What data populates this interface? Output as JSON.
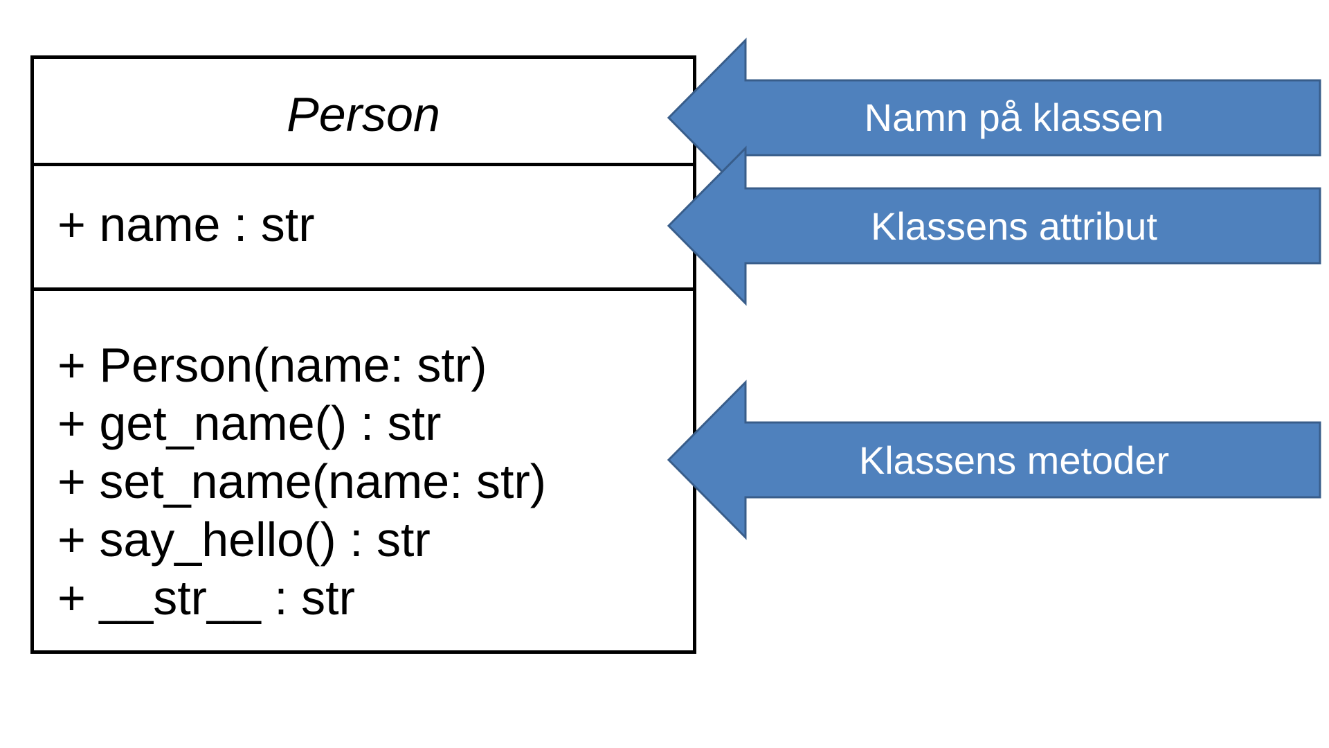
{
  "uml_class": {
    "name": "Person",
    "attributes": [
      "+ name : str"
    ],
    "methods": [
      "+ Person(name: str)",
      "+ get_name() : str",
      "+ set_name(name: str)",
      "+ say_hello() : str",
      "+ __str__ : str"
    ]
  },
  "callouts": {
    "class_name": "Namn på klassen",
    "attributes": "Klassens attribut",
    "methods": "Klassens metoder"
  },
  "colors": {
    "arrow_fill": "#4f81bd",
    "arrow_stroke": "#385d8a",
    "label_text": "#ffffff",
    "box_border": "#000000"
  }
}
